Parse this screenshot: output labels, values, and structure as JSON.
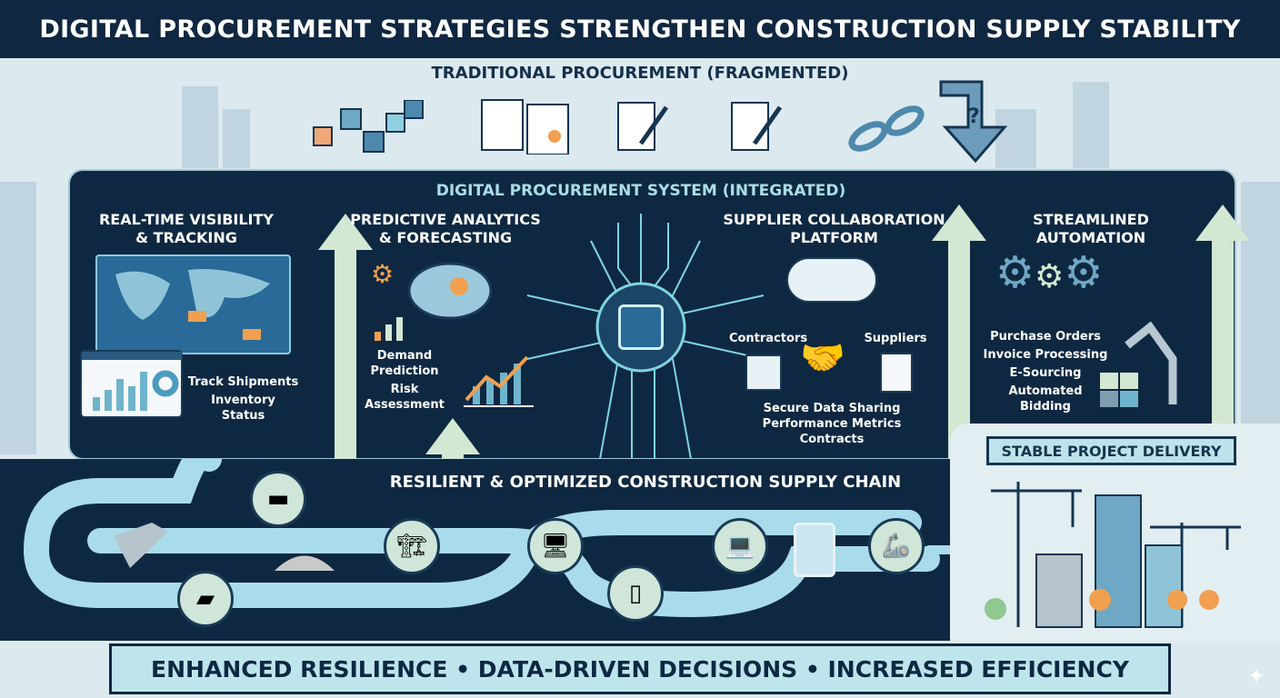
{
  "title": "DIGITAL PROCUREMENT STRATEGIES STRENGTHEN CONSTRUCTION SUPPLY STABILITY",
  "traditional": {
    "label": "TRADITIONAL PROCUREMENT (FRAGMENTED)",
    "icons": [
      "scattered-boxes-icon",
      "torn-documents-icon",
      "document-pen-icon",
      "document-sign-icon",
      "broken-chain-icon",
      "question-arrow-icon"
    ]
  },
  "system": {
    "label": "DIGITAL PROCUREMENT SYSTEM (INTEGRATED)",
    "sections": [
      {
        "heading": [
          "REAL-TIME VISIBILITY",
          "& TRACKING"
        ],
        "items": [
          "Track Shipments",
          "Inventory",
          "Status"
        ]
      },
      {
        "heading": [
          "PREDICTIVE ANALYTICS",
          "& FORECASTING"
        ],
        "items": [
          "Demand",
          "Prediction",
          "Risk",
          "Assessment"
        ]
      },
      {
        "heading": [
          "SUPPLIER COLLABORATION",
          "PLATFORM"
        ],
        "roles": [
          "Contractors",
          "Suppliers"
        ],
        "items": [
          "Secure Data Sharing",
          "Performance Metrics",
          "Contracts"
        ]
      },
      {
        "heading": [
          "STREAMLINED",
          "AUTOMATION"
        ],
        "items": [
          "Purchase Orders",
          "Invoice Processing",
          "E-Sourcing",
          "Automated",
          "Bidding"
        ]
      }
    ]
  },
  "chain": {
    "label": "RESILIENT & OPTIMIZED CONSTRUCTION SUPPLY CHAIN"
  },
  "delivery": {
    "label": "STABLE PROJECT DELIVERY"
  },
  "footer": "ENHANCED RESILIENCE • DATA-DRIVEN DECISIONS • INCREASED EFFICIENCY",
  "colors": {
    "navy": "#0f2842",
    "teal": "#a9dfe6",
    "mint": "#d3e8d2",
    "orange": "#f0a050"
  }
}
